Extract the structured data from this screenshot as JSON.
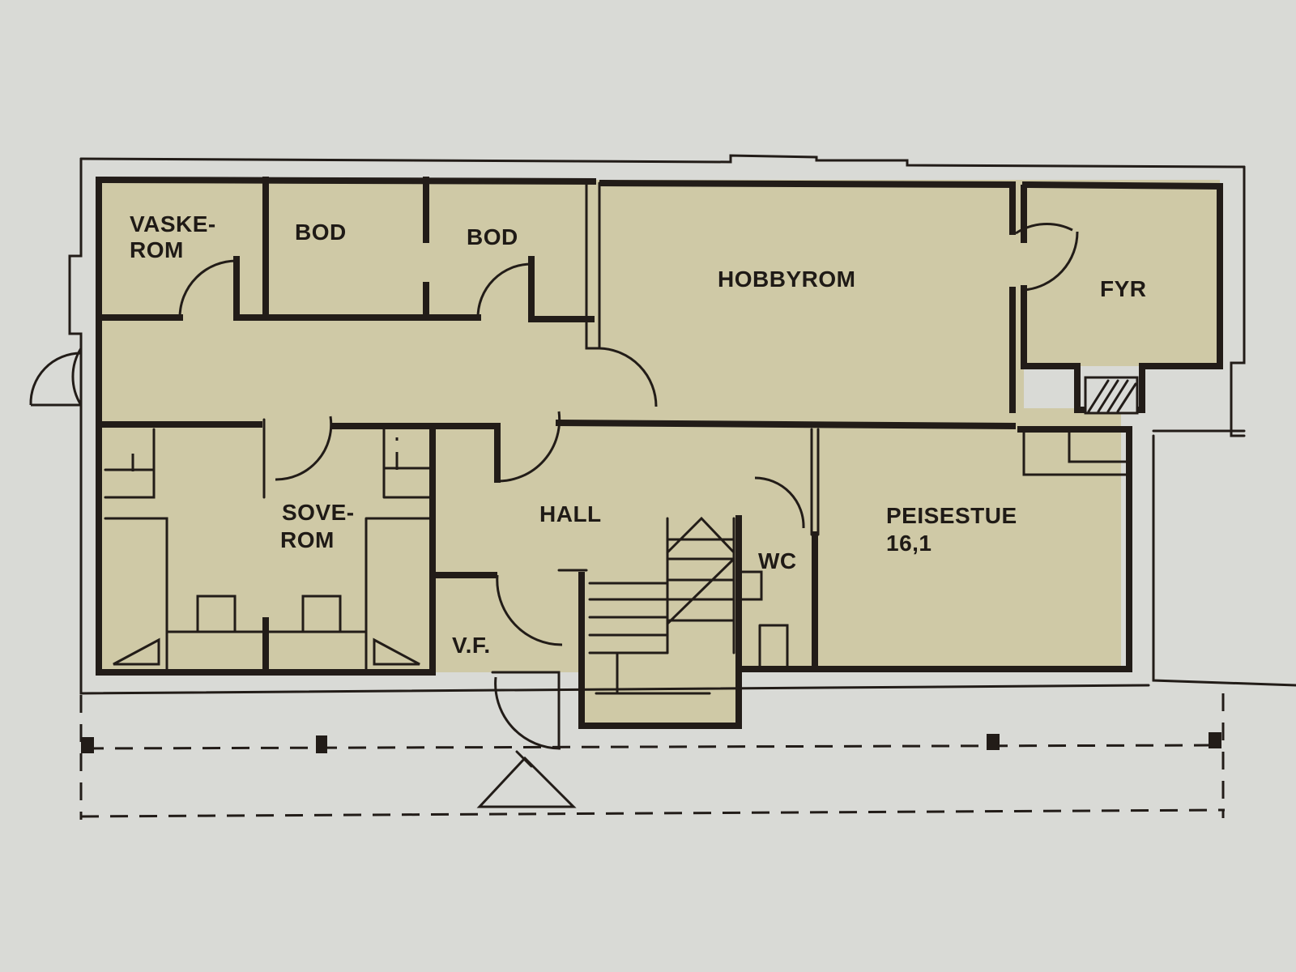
{
  "plan": {
    "colors": {
      "paper": "#d9dad6",
      "floor": "#cfc9a6",
      "ink": "#221c18"
    },
    "rooms": {
      "vaskerom_line1": "VASKE-",
      "vaskerom_line2": "ROM",
      "bod1": "BOD",
      "bod2": "BOD",
      "hobbyrom": "HOBBYROM",
      "fyr": "FYR",
      "soverom_line1": "SOVE-",
      "soverom_line2": "ROM",
      "hall": "HALL",
      "wc": "WC",
      "peisestue_line1": "PEISESTUE",
      "peisestue_line2": "16,1",
      "vf": "V.F."
    }
  }
}
